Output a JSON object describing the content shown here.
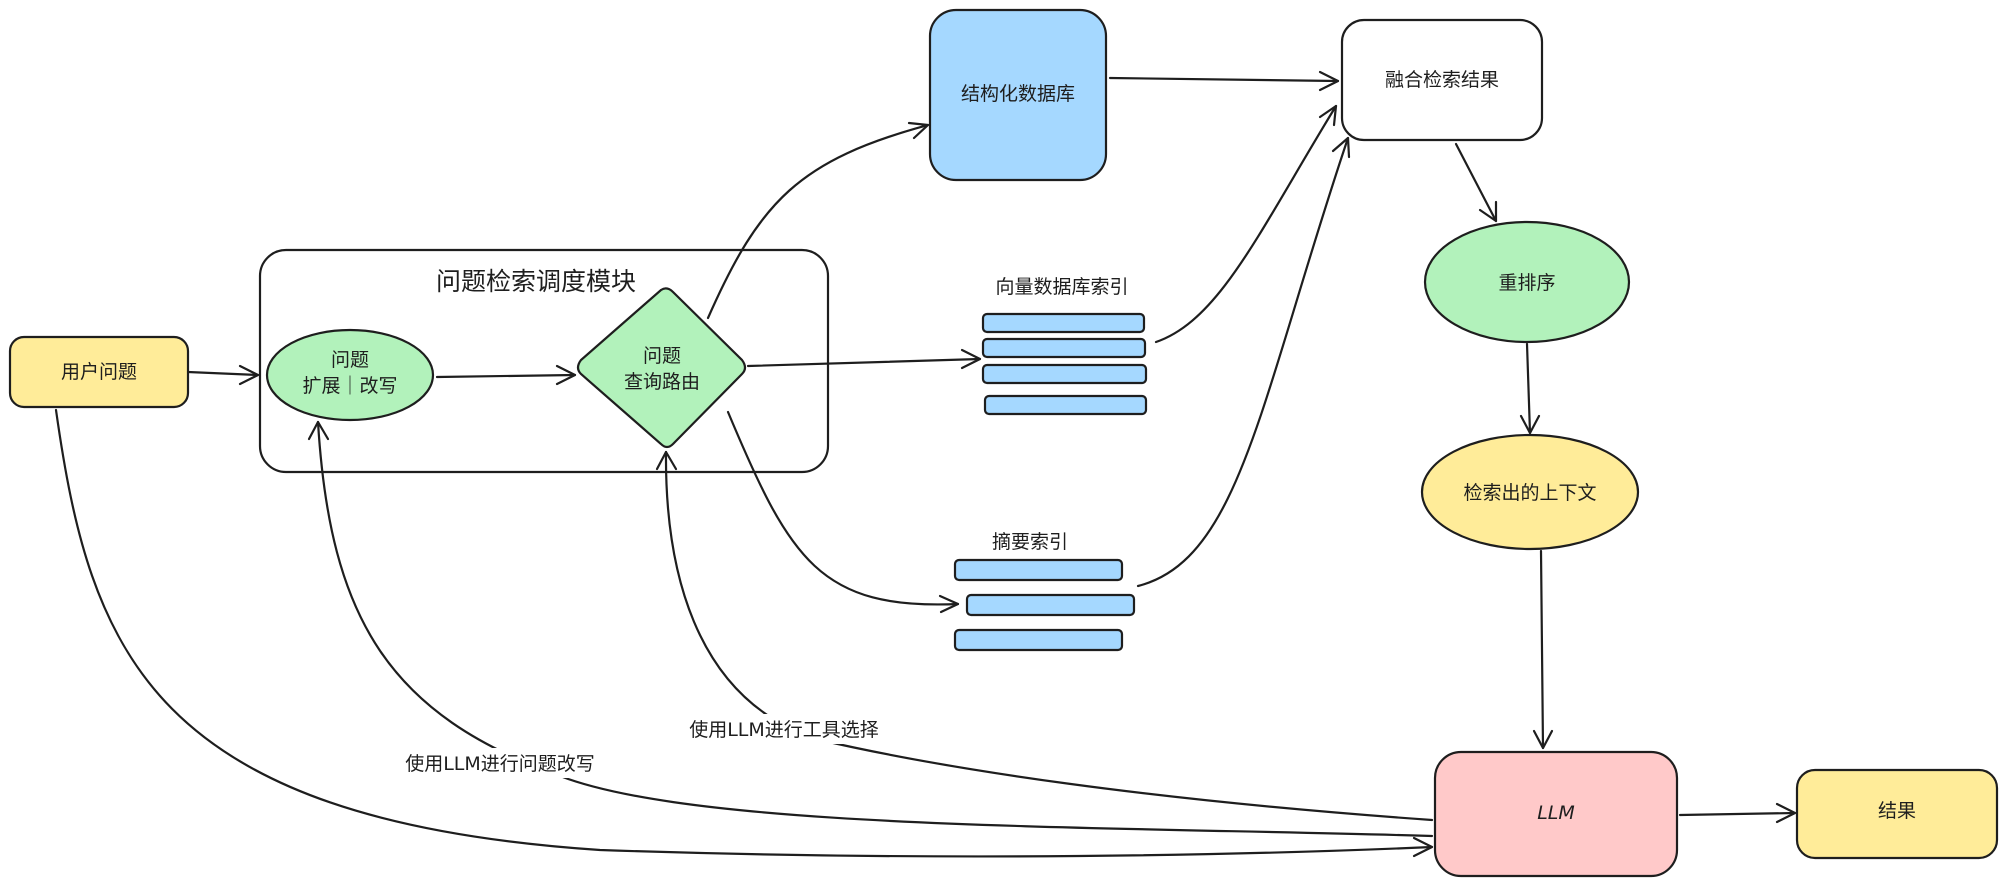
{
  "nodes": {
    "user_question": "用户问题",
    "module_title": "问题检索调度模块",
    "rewrite_line1": "问题",
    "rewrite_line2": "扩展｜改写",
    "route_line1": "问题",
    "route_line2": "查询路由",
    "structured_db": "结构化数据库",
    "vector_index": "向量数据库索引",
    "summary_index": "摘要索引",
    "fusion": "融合检索结果",
    "rerank": "重排序",
    "context": "检索出的上下文",
    "llm": "LLM",
    "result": "结果"
  },
  "edge_labels": {
    "rewrite_llm": "使用LLM进行问题改写",
    "tool_llm": "使用LLM进行工具选择"
  },
  "colors": {
    "yellow": "#ffec99",
    "green": "#b2f2bb",
    "blue": "#a5d8ff",
    "pink": "#ffc9c9",
    "white": "#ffffff",
    "stroke": "#1e1e1e"
  }
}
